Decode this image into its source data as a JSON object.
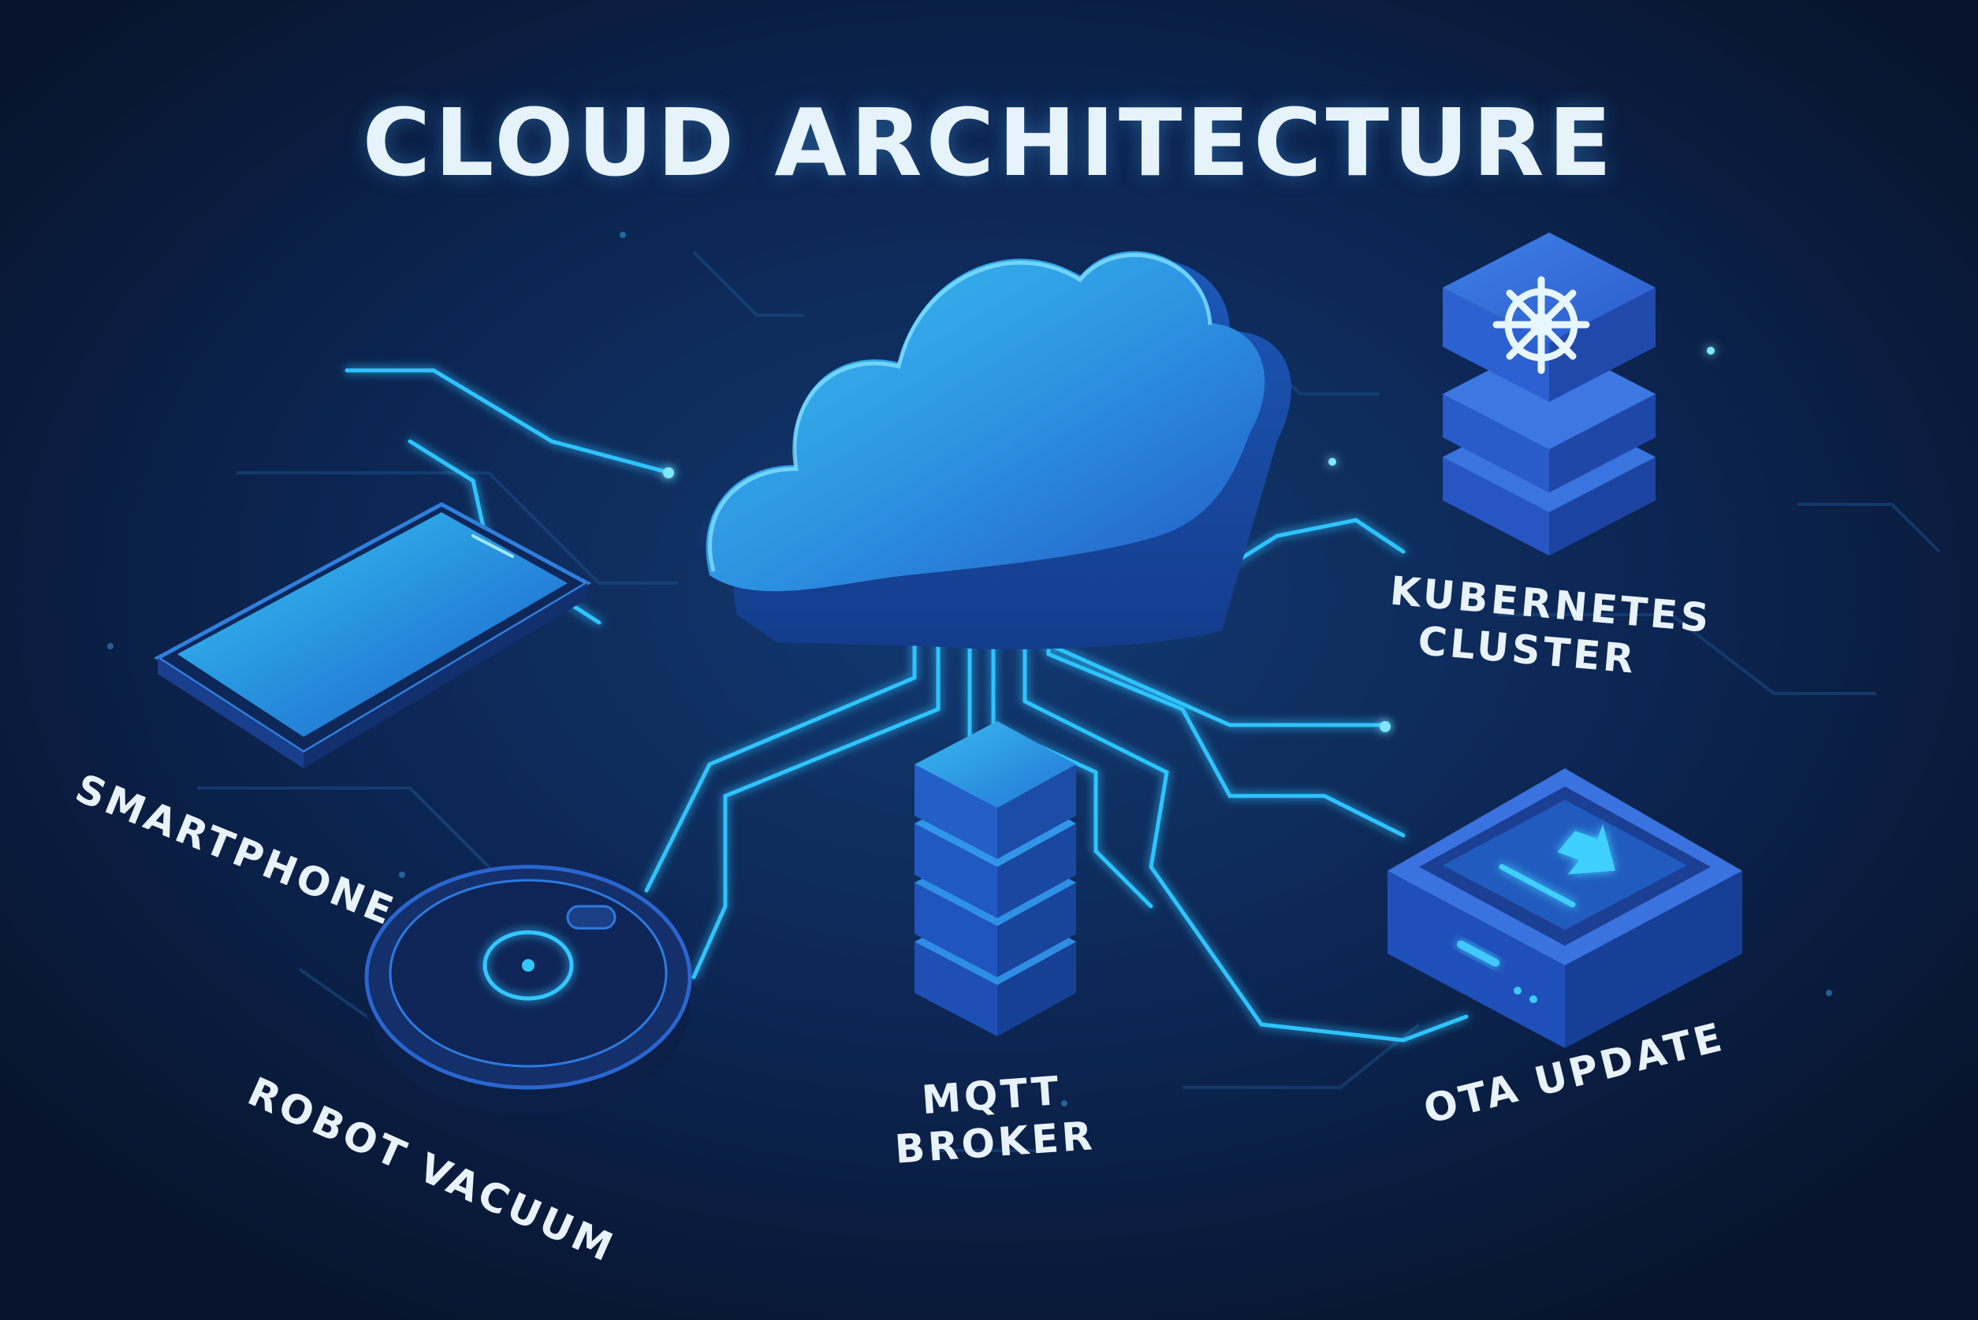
{
  "title": "CLOUD ARCHITECTURE",
  "nodes": {
    "smartphone": {
      "label": "SMARTPHONE",
      "icon": "smartphone-icon"
    },
    "robot_vacuum": {
      "label": "ROBOT VACUUM",
      "icon": "robot-vacuum-icon"
    },
    "mqtt_broker": {
      "label_line1": "MQTT",
      "label_line2": "BROKER",
      "icon": "server-stack-icon"
    },
    "kubernetes_cluster": {
      "label_line1": "KUBERNETES",
      "label_line2": "CLUSTER",
      "icon": "kubernetes-helm-icon"
    },
    "ota_update": {
      "label": "OTA UPDATE",
      "icon": "download-arrow-icon"
    },
    "cloud": {
      "icon": "cloud-icon"
    }
  },
  "colors": {
    "background": "#0a1730",
    "circuit": "#2ec4ff",
    "device_blue": "#2a64d4",
    "cloud_blue": "#2f8fe0"
  }
}
